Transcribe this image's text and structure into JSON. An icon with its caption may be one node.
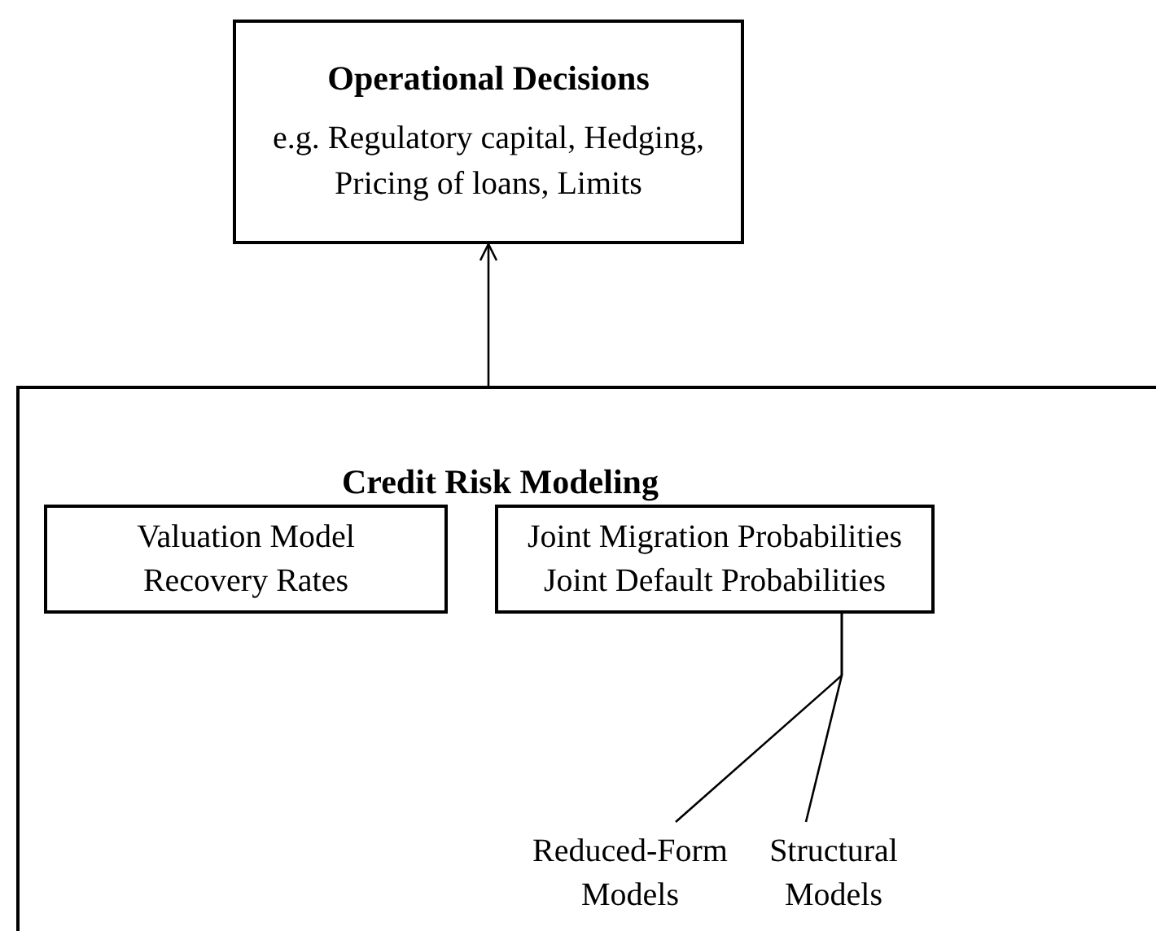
{
  "diagram": {
    "nodes": [
      {
        "text": [
          "Operational Decisions",
          "e.g. Regulatory capital, Hedging, Pricing of loans, Limits"
        ]
      },
      {
        "text": [
          "Credit Risk Modeling"
        ]
      },
      {
        "text": [
          "Valuation Model",
          "Recovery Rates"
        ],
        "in": 1
      },
      {
        "text": [
          "Joint Migration Probabilities",
          "Joint Default Probabilities"
        ],
        "in": 1
      },
      {
        "text": [
          "Reduced-Form Models"
        ],
        "in": 1
      },
      {
        "text": [
          "Structural Models"
        ],
        "in": 1
      }
    ],
    "edges": [
      {
        "from": 1,
        "to": 0,
        "arrow": "to"
      },
      {
        "from": 4,
        "to": 3,
        "arrow": "none"
      },
      {
        "from": 5,
        "to": 3,
        "arrow": "none"
      }
    ]
  }
}
